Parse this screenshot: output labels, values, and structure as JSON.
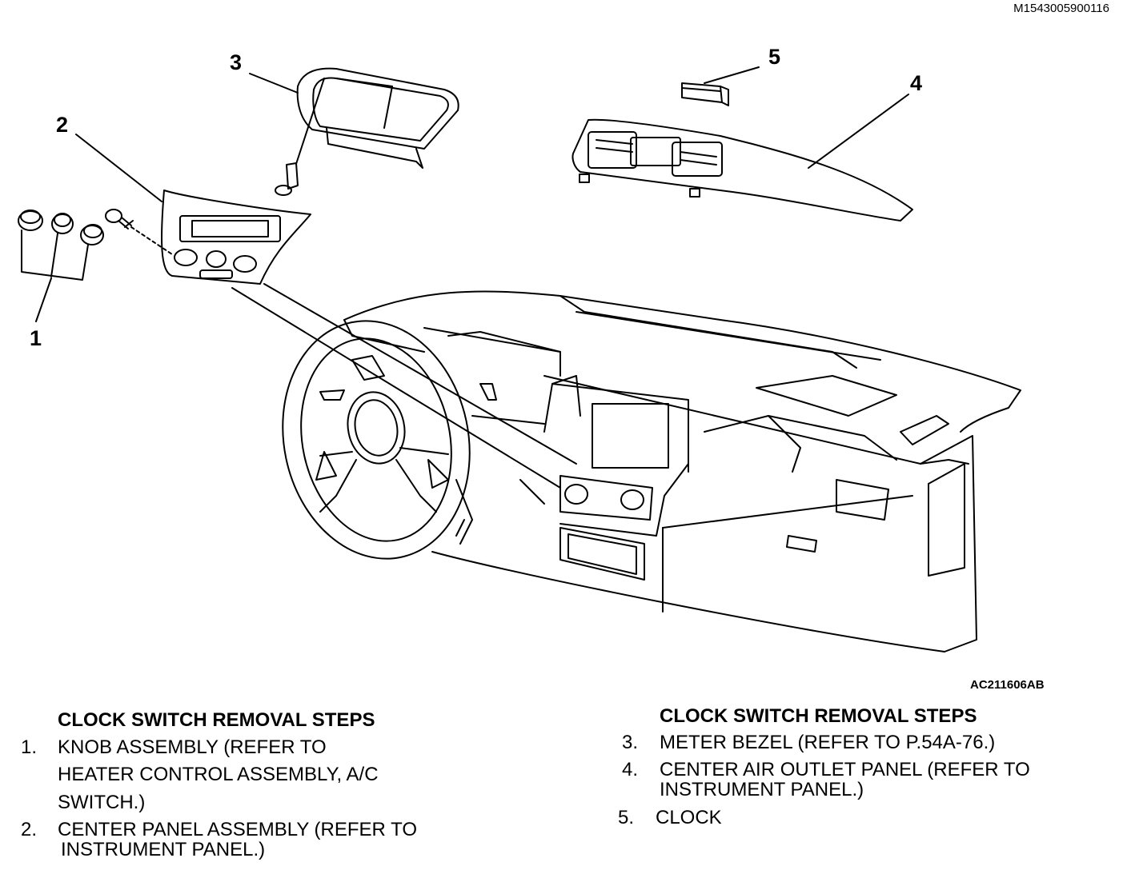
{
  "document_id": "M1543005900116",
  "figure_code": "AC211606AB",
  "callouts": [
    "1",
    "2",
    "3",
    "4",
    "5"
  ],
  "left_column": {
    "title": "CLOCK SWITCH REMOVAL STEPS",
    "steps": [
      {
        "num": "1.",
        "lines": [
          "KNOB ASSEMBLY (REFER TO",
          "HEATER CONTROL ASSEMBLY, A/C",
          "SWITCH.)"
        ]
      },
      {
        "num": "2.",
        "lines": [
          "CENTER PANEL ASSEMBLY (REFER TO",
          "INSTRUMENT PANEL.)"
        ]
      }
    ]
  },
  "right_column": {
    "title": "CLOCK SWITCH REMOVAL STEPS",
    "steps": [
      {
        "num": "3.",
        "lines": [
          "METER BEZEL (REFER TO P.54A-76.)"
        ]
      },
      {
        "num": "4.",
        "lines": [
          "CENTER AIR OUTLET PANEL (REFER TO",
          "INSTRUMENT PANEL.)"
        ]
      },
      {
        "num": "5.",
        "lines": [
          "CLOCK"
        ]
      }
    ]
  }
}
